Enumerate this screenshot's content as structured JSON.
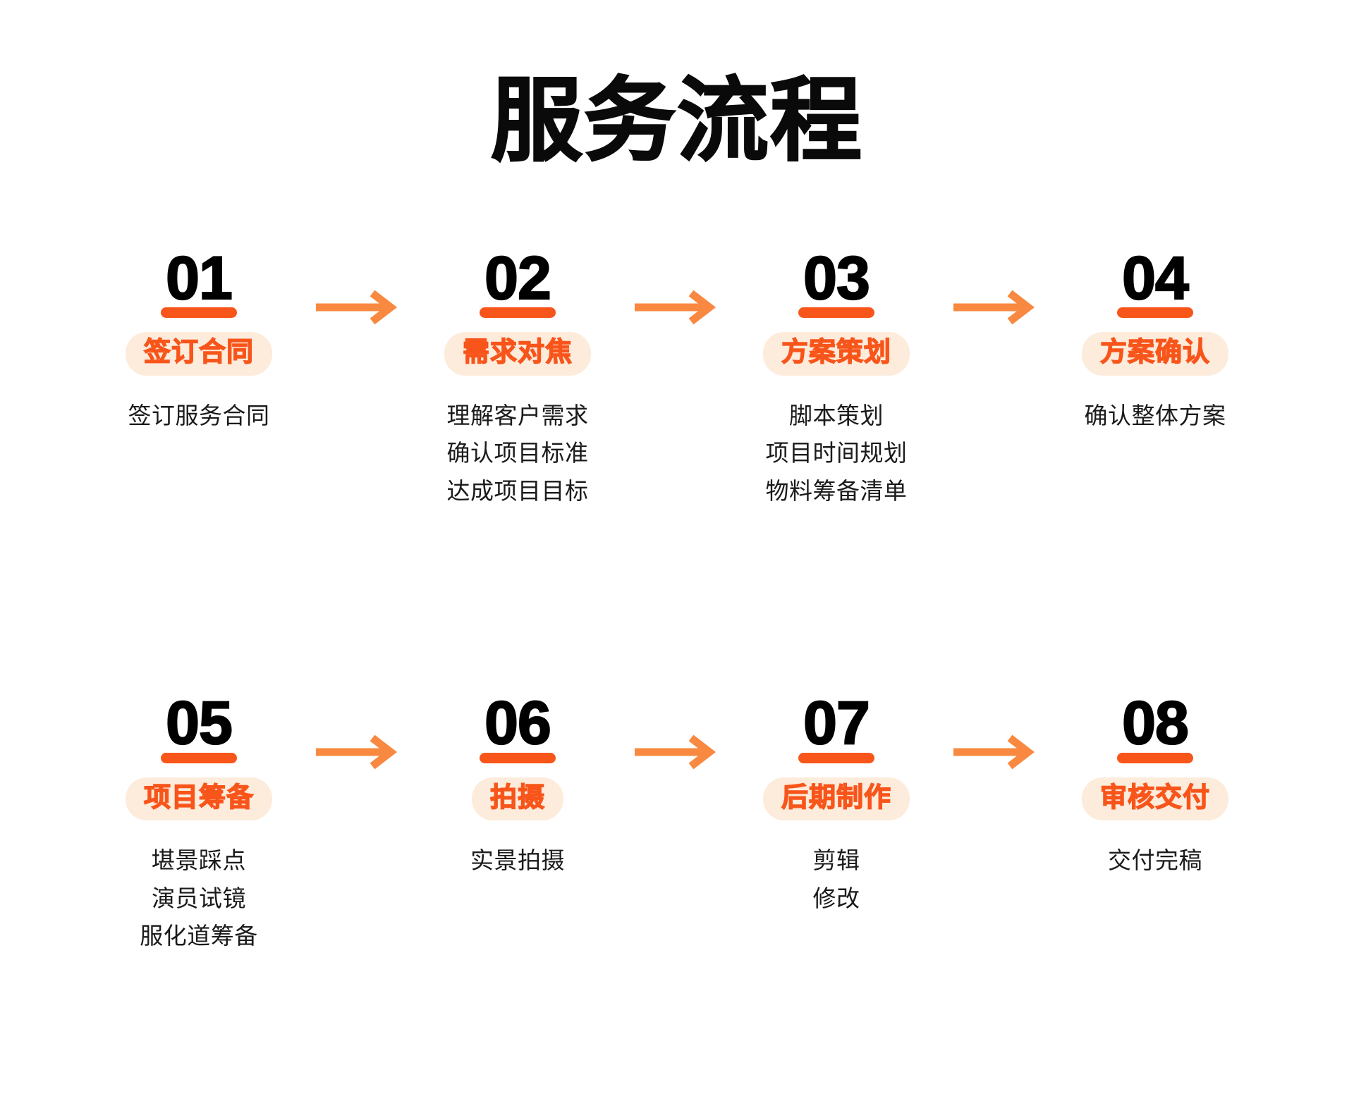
{
  "title": "服务流程",
  "colors": {
    "accent": "#F8551B",
    "arrow": "#F98840",
    "pill_background": "#FDEBDB",
    "number": "#000000",
    "description": "#1b1b1b",
    "page_background": "#FFFFFF"
  },
  "arrow_icon": "arrow-right-icon",
  "rows": [
    {
      "steps": [
        {
          "number": "01",
          "label": "签订合同",
          "description": [
            "签订服务合同"
          ]
        },
        {
          "number": "02",
          "label": "需求对焦",
          "description": [
            "理解客户需求",
            "确认项目标准",
            "达成项目目标"
          ]
        },
        {
          "number": "03",
          "label": "方案策划",
          "description": [
            "脚本策划",
            "项目时间规划",
            "物料筹备清单"
          ]
        },
        {
          "number": "04",
          "label": "方案确认",
          "description": [
            "确认整体方案"
          ]
        }
      ]
    },
    {
      "steps": [
        {
          "number": "05",
          "label": "项目筹备",
          "description": [
            "堪景踩点",
            "演员试镜",
            "服化道筹备"
          ]
        },
        {
          "number": "06",
          "label": "拍摄",
          "description": [
            "实景拍摄"
          ]
        },
        {
          "number": "07",
          "label": "后期制作",
          "description": [
            "剪辑",
            "修改"
          ]
        },
        {
          "number": "08",
          "label": "审核交付",
          "description": [
            "交付完稿"
          ]
        }
      ]
    }
  ]
}
